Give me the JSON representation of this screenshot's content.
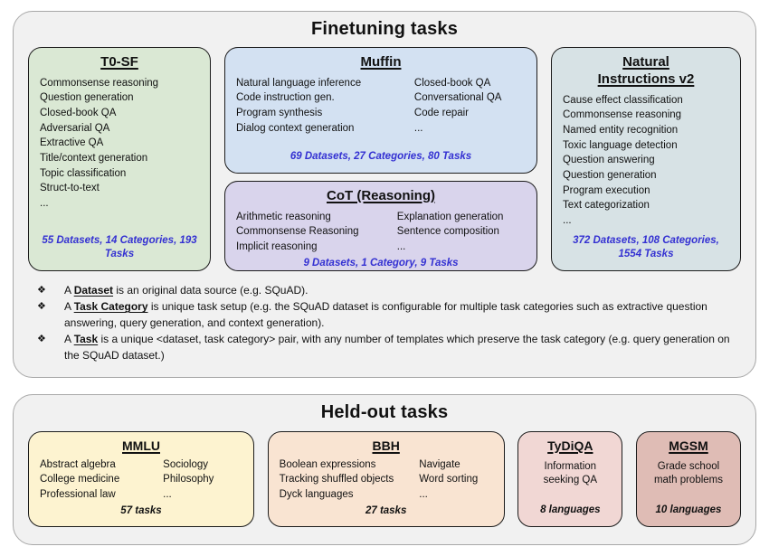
{
  "colors": {
    "panel_bg": "#f1f1f1",
    "panel_border": "#a8a8a8",
    "box_border": "#1c1c1c",
    "stats_blue": "#3431d2",
    "t0sf_bg": "#dae8d4",
    "muffin_bg": "#d3e1f2",
    "cot_bg": "#d9d4ec",
    "niv2_bg": "#d7e2e5",
    "mmlu_bg": "#fdf3d0",
    "bbh_bg": "#f9e4d2",
    "tydiqa_bg": "#f1d7d4",
    "mgsm_bg": "#dfbcb5"
  },
  "finetuning": {
    "title": "Finetuning tasks",
    "t0sf": {
      "title": "T0-SF",
      "items": [
        "Commonsense reasoning",
        "Question generation",
        "Closed-book QA",
        "Adversarial QA",
        "Extractive QA",
        "Title/context generation",
        "Topic classification",
        "Struct-to-text",
        "..."
      ],
      "stats": "55 Datasets, 14 Categories, 193 Tasks"
    },
    "muffin": {
      "title": "Muffin",
      "col1": [
        "Natural language inference",
        "Code instruction gen.",
        "Program synthesis",
        "Dialog context generation"
      ],
      "col2": [
        "Closed-book QA",
        "Conversational QA",
        "Code repair",
        "..."
      ],
      "stats": "69 Datasets, 27 Categories, 80 Tasks"
    },
    "cot": {
      "title": "CoT (Reasoning)",
      "col1": [
        "Arithmetic reasoning",
        "Commonsense Reasoning",
        "Implicit reasoning"
      ],
      "col2": [
        "Explanation generation",
        "Sentence composition",
        "..."
      ],
      "stats": "9 Datasets, 1 Category, 9 Tasks"
    },
    "niv2": {
      "title_line1": "Natural",
      "title_line2": "Instructions v2",
      "items": [
        "Cause effect classification",
        "Commonsense reasoning",
        "Named entity recognition",
        "Toxic language detection",
        "Question answering",
        "Question generation",
        "Program execution",
        "Text categorization",
        "..."
      ],
      "stats": "372 Datasets, 108 Categories, 1554 Tasks"
    },
    "notes": [
      {
        "bullet": "❖",
        "pre": "A ",
        "term": "Dataset",
        "post": " is an original data source (e.g. SQuAD)."
      },
      {
        "bullet": "❖",
        "pre": "A ",
        "term": "Task Category",
        "post": " is unique task setup (e.g. the SQuAD dataset is configurable for multiple task categories such as extractive question answering, query generation, and context generation)."
      },
      {
        "bullet": "❖",
        "pre": "A ",
        "term": "Task",
        "post": " is a unique <dataset, task category> pair, with any number of templates which preserve the task category (e.g. query generation on the SQuAD dataset.)"
      }
    ]
  },
  "heldout": {
    "title": "Held-out tasks",
    "mmlu": {
      "title": "MMLU",
      "col1": [
        "Abstract algebra",
        "College medicine",
        "Professional law"
      ],
      "col2": [
        "Sociology",
        "Philosophy",
        "..."
      ],
      "stats": "57 tasks"
    },
    "bbh": {
      "title": "BBH",
      "col1": [
        "Boolean expressions",
        "Tracking shuffled objects",
        "Dyck languages"
      ],
      "col2": [
        "Navigate",
        "Word sorting",
        "..."
      ],
      "stats": "27 tasks"
    },
    "tydiqa": {
      "title": "TyDiQA",
      "desc": "Information seeking QA",
      "stats": "8 languages"
    },
    "mgsm": {
      "title": "MGSM",
      "desc": "Grade school math problems",
      "stats": "10 languages"
    }
  }
}
